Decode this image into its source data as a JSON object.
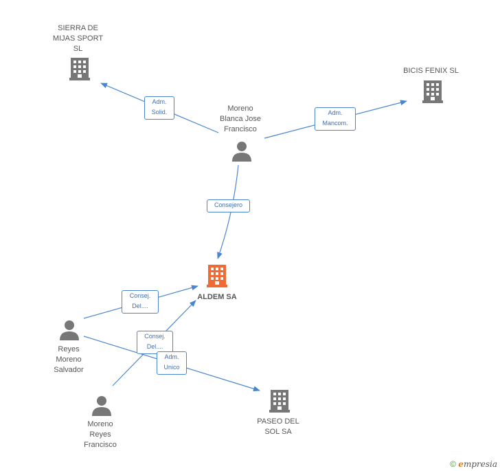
{
  "nodes": {
    "sierra": {
      "label": "SIERRA DE\nMIJAS SPORT\nSL",
      "type": "company"
    },
    "bicis": {
      "label": "BICIS FENIX SL",
      "type": "company"
    },
    "moreno_blanca": {
      "label": "Moreno\nBlanca Jose\nFrancisco",
      "type": "person"
    },
    "aldem": {
      "label": "ALDEM SA",
      "type": "company-main"
    },
    "reyes_moreno": {
      "label": "Reyes\nMoreno\nSalvador",
      "type": "person"
    },
    "moreno_reyes": {
      "label": "Moreno\nReyes\nFrancisco",
      "type": "person"
    },
    "paseo": {
      "label": "PASEO DEL\nSOL SA",
      "type": "company"
    }
  },
  "edges": {
    "e1": {
      "label": "Adm.\nSolid."
    },
    "e2": {
      "label": "Adm.\nMancom."
    },
    "e3": {
      "label": "Consejero"
    },
    "e4": {
      "label": "Consej.\nDel...."
    },
    "e5": {
      "label": "Consej.\nDel...."
    },
    "e6": {
      "label": "Adm.\nUnico"
    }
  },
  "colors": {
    "edge": "#4a86d0",
    "company": "#777777",
    "person": "#777777",
    "main": "#f06a35"
  },
  "footer": {
    "copyright_symbol": "©",
    "brand_e": "e",
    "brand_rest": "mpresia"
  }
}
